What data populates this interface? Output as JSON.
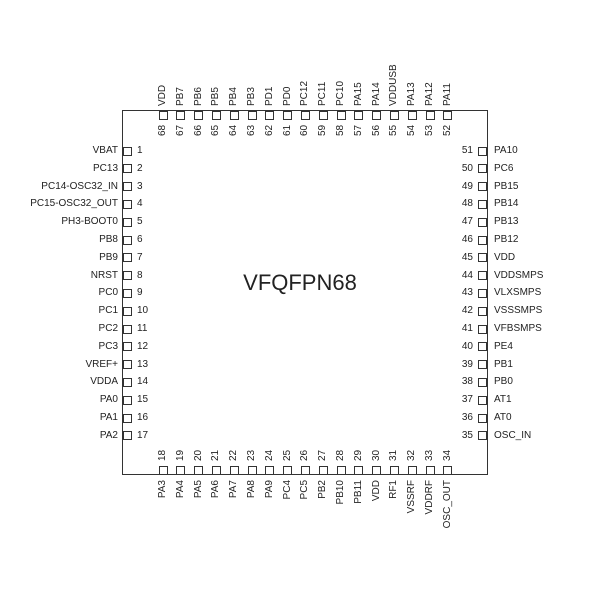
{
  "package_name": "VFQFPN68",
  "pins": {
    "left": [
      {
        "num": "1",
        "name": "VBAT"
      },
      {
        "num": "2",
        "name": "PC13"
      },
      {
        "num": "3",
        "name": "PC14-OSC32_IN"
      },
      {
        "num": "4",
        "name": "PC15-OSC32_OUT"
      },
      {
        "num": "5",
        "name": "PH3-BOOT0"
      },
      {
        "num": "6",
        "name": "PB8"
      },
      {
        "num": "7",
        "name": "PB9"
      },
      {
        "num": "8",
        "name": "NRST"
      },
      {
        "num": "9",
        "name": "PC0"
      },
      {
        "num": "10",
        "name": "PC1"
      },
      {
        "num": "11",
        "name": "PC2"
      },
      {
        "num": "12",
        "name": "PC3"
      },
      {
        "num": "13",
        "name": "VREF+"
      },
      {
        "num": "14",
        "name": "VDDA"
      },
      {
        "num": "15",
        "name": "PA0"
      },
      {
        "num": "16",
        "name": "PA1"
      },
      {
        "num": "17",
        "name": "PA2"
      }
    ],
    "bottom": [
      {
        "num": "18",
        "name": "PA3"
      },
      {
        "num": "19",
        "name": "PA4"
      },
      {
        "num": "20",
        "name": "PA5"
      },
      {
        "num": "21",
        "name": "PA6"
      },
      {
        "num": "22",
        "name": "PA7"
      },
      {
        "num": "23",
        "name": "PA8"
      },
      {
        "num": "24",
        "name": "PA9"
      },
      {
        "num": "25",
        "name": "PC4"
      },
      {
        "num": "26",
        "name": "PC5"
      },
      {
        "num": "27",
        "name": "PB2"
      },
      {
        "num": "28",
        "name": "PB10"
      },
      {
        "num": "29",
        "name": "PB11"
      },
      {
        "num": "30",
        "name": "VDD"
      },
      {
        "num": "31",
        "name": "RF1"
      },
      {
        "num": "32",
        "name": "VSSRF"
      },
      {
        "num": "33",
        "name": "VDDRF"
      },
      {
        "num": "34",
        "name": "OSC_OUT"
      }
    ],
    "right": [
      {
        "num": "51",
        "name": "PA10"
      },
      {
        "num": "50",
        "name": "PC6"
      },
      {
        "num": "49",
        "name": "PB15"
      },
      {
        "num": "48",
        "name": "PB14"
      },
      {
        "num": "47",
        "name": "PB13"
      },
      {
        "num": "46",
        "name": "PB12"
      },
      {
        "num": "45",
        "name": "VDD"
      },
      {
        "num": "44",
        "name": "VDDSMPS"
      },
      {
        "num": "43",
        "name": "VLXSMPS"
      },
      {
        "num": "42",
        "name": "VSSSMPS"
      },
      {
        "num": "41",
        "name": "VFBSMPS"
      },
      {
        "num": "40",
        "name": "PE4"
      },
      {
        "num": "39",
        "name": "PB1"
      },
      {
        "num": "38",
        "name": "PB0"
      },
      {
        "num": "37",
        "name": "AT1"
      },
      {
        "num": "36",
        "name": "AT0"
      },
      {
        "num": "35",
        "name": "OSC_IN"
      }
    ],
    "top": [
      {
        "num": "68",
        "name": "VDD"
      },
      {
        "num": "67",
        "name": "PB7"
      },
      {
        "num": "66",
        "name": "PB6"
      },
      {
        "num": "65",
        "name": "PB5"
      },
      {
        "num": "64",
        "name": "PB4"
      },
      {
        "num": "63",
        "name": "PB3"
      },
      {
        "num": "62",
        "name": "PD1"
      },
      {
        "num": "61",
        "name": "PD0"
      },
      {
        "num": "60",
        "name": "PC12"
      },
      {
        "num": "59",
        "name": "PC11"
      },
      {
        "num": "58",
        "name": "PC10"
      },
      {
        "num": "57",
        "name": "PA15"
      },
      {
        "num": "56",
        "name": "PA14"
      },
      {
        "num": "55",
        "name": "VDDUSB"
      },
      {
        "num": "54",
        "name": "PA13"
      },
      {
        "num": "53",
        "name": "PA12"
      },
      {
        "num": "52",
        "name": "PA11"
      }
    ]
  }
}
